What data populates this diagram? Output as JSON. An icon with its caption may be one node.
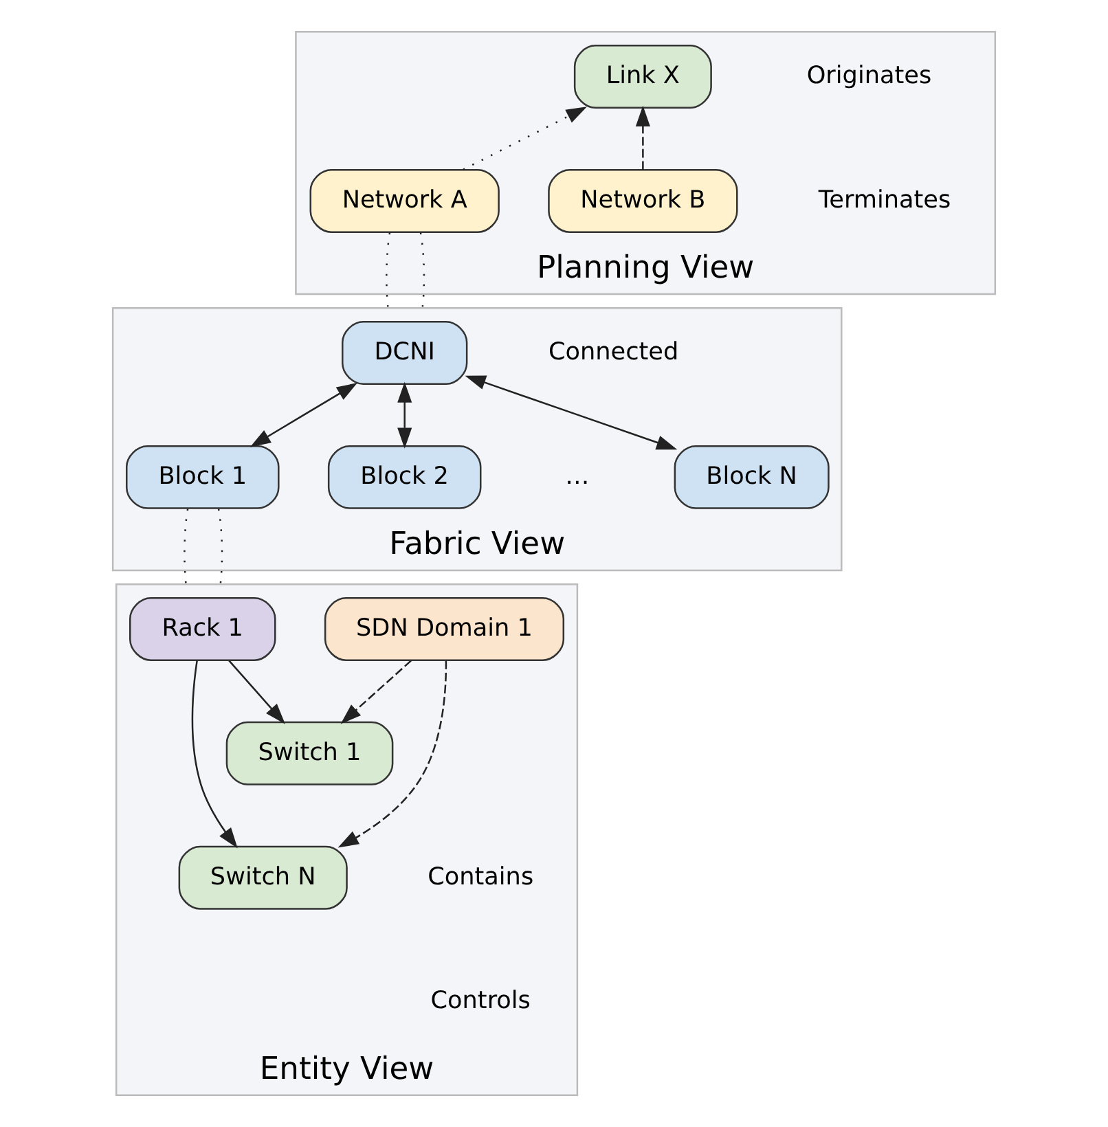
{
  "diagram": {
    "nodes": [
      {
        "text": [
          "Planning View"
        ]
      },
      {
        "text": [
          "Link X"
        ],
        "in": 0
      },
      {
        "text": [
          "Network A"
        ],
        "in": 0
      },
      {
        "text": [
          "Network B"
        ],
        "in": 0
      },
      {
        "text": [
          "Fabric View"
        ]
      },
      {
        "text": [
          "DCNI"
        ],
        "in": 4
      },
      {
        "text": [
          "Block 1"
        ],
        "in": 4
      },
      {
        "text": [
          "Block 2"
        ],
        "in": 4
      },
      {
        "text": [
          "Block N"
        ],
        "in": 4
      },
      {
        "text": [
          "Entity View"
        ]
      },
      {
        "text": [
          "Rack 1"
        ],
        "in": 9
      },
      {
        "text": [
          "SDN Domain 1"
        ],
        "in": 9
      },
      {
        "text": [
          "Switch 1"
        ],
        "in": 9
      },
      {
        "text": [
          "Switch N"
        ],
        "in": 9
      }
    ],
    "edges": [
      {
        "from": 2,
        "to": 1,
        "arrow": "to",
        "style": "dashed"
      },
      {
        "from": 3,
        "to": 1,
        "arrow": "to",
        "style": "dashed"
      },
      {
        "from": 5,
        "to": 6,
        "arrow": "both"
      },
      {
        "from": 5,
        "to": 7,
        "arrow": "both"
      },
      {
        "from": 5,
        "to": 8,
        "arrow": "both"
      },
      {
        "from": 10,
        "to": 12,
        "arrow": "to"
      },
      {
        "from": 10,
        "to": 13,
        "arrow": "to"
      },
      {
        "from": 11,
        "to": 12,
        "arrow": "to",
        "style": "dashed"
      },
      {
        "from": 11,
        "to": 13,
        "arrow": "to",
        "style": "dashed"
      },
      {
        "from": 2,
        "to": 4,
        "arrow": "none",
        "style": "dashed"
      },
      {
        "from": 2,
        "to": 4,
        "arrow": "none",
        "style": "dashed"
      },
      {
        "from": 6,
        "to": 9,
        "arrow": "none",
        "style": "dashed"
      },
      {
        "from": 6,
        "to": 9,
        "arrow": "none",
        "style": "dashed"
      }
    ],
    "labels": [
      "…"
    ],
    "legend": [
      {
        "text": "Originates"
      },
      {
        "text": "Terminates"
      },
      {
        "text": "Connected"
      },
      {
        "text": "Contains"
      },
      {
        "text": "Controls"
      }
    ]
  }
}
